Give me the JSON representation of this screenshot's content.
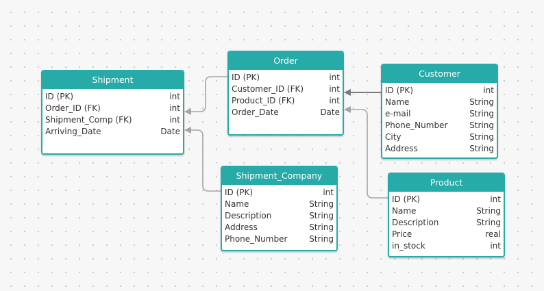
{
  "diagram": {
    "entities": [
      {
        "id": "order",
        "title": "Order",
        "fields": [
          {
            "name": "ID (PK)",
            "type": "int"
          },
          {
            "name": "Customer_ID (FK)",
            "type": "int"
          },
          {
            "name": "Product_ID (FK)",
            "type": "int"
          },
          {
            "name": "Order_Date",
            "type": "Date"
          }
        ]
      },
      {
        "id": "shipment",
        "title": "Shipment",
        "fields": [
          {
            "name": "ID (PK)",
            "type": "int"
          },
          {
            "name": "Order_ID (FK)",
            "type": "int"
          },
          {
            "name": "Shipment_Comp (FK)",
            "type": "int"
          },
          {
            "name": "Arriving_Date",
            "type": "Date"
          }
        ]
      },
      {
        "id": "customer",
        "title": "Customer",
        "fields": [
          {
            "name": "ID (PK)",
            "type": "int"
          },
          {
            "name": "Name",
            "type": "String"
          },
          {
            "name": "e-mail",
            "type": "String"
          },
          {
            "name": "Phone_Number",
            "type": "String"
          },
          {
            "name": "City",
            "type": "String"
          },
          {
            "name": "Address",
            "type": "String"
          }
        ]
      },
      {
        "id": "shipment_company",
        "title": "Shipment_Company",
        "fields": [
          {
            "name": "ID (PK)",
            "type": "int"
          },
          {
            "name": "Name",
            "type": "String"
          },
          {
            "name": "Description",
            "type": "String"
          },
          {
            "name": "Address",
            "type": "String"
          },
          {
            "name": "Phone_Number",
            "type": "String"
          }
        ]
      },
      {
        "id": "product",
        "title": "Product",
        "fields": [
          {
            "name": "ID (PK)",
            "type": "int"
          },
          {
            "name": "Name",
            "type": "String"
          },
          {
            "name": "Description",
            "type": "String"
          },
          {
            "name": "Price",
            "type": "real"
          },
          {
            "name": "in_stock",
            "type": "int"
          }
        ]
      }
    ],
    "relationships": [
      {
        "from": "order",
        "to": "shipment"
      },
      {
        "from": "customer",
        "to": "order"
      },
      {
        "from": "product",
        "to": "order"
      },
      {
        "from": "shipment_company",
        "to": "shipment"
      }
    ],
    "colors": {
      "header": "#27aba8",
      "border": "#27aba8",
      "connector": "#a5a5a5",
      "connector_active": "#7a7a7a"
    }
  }
}
